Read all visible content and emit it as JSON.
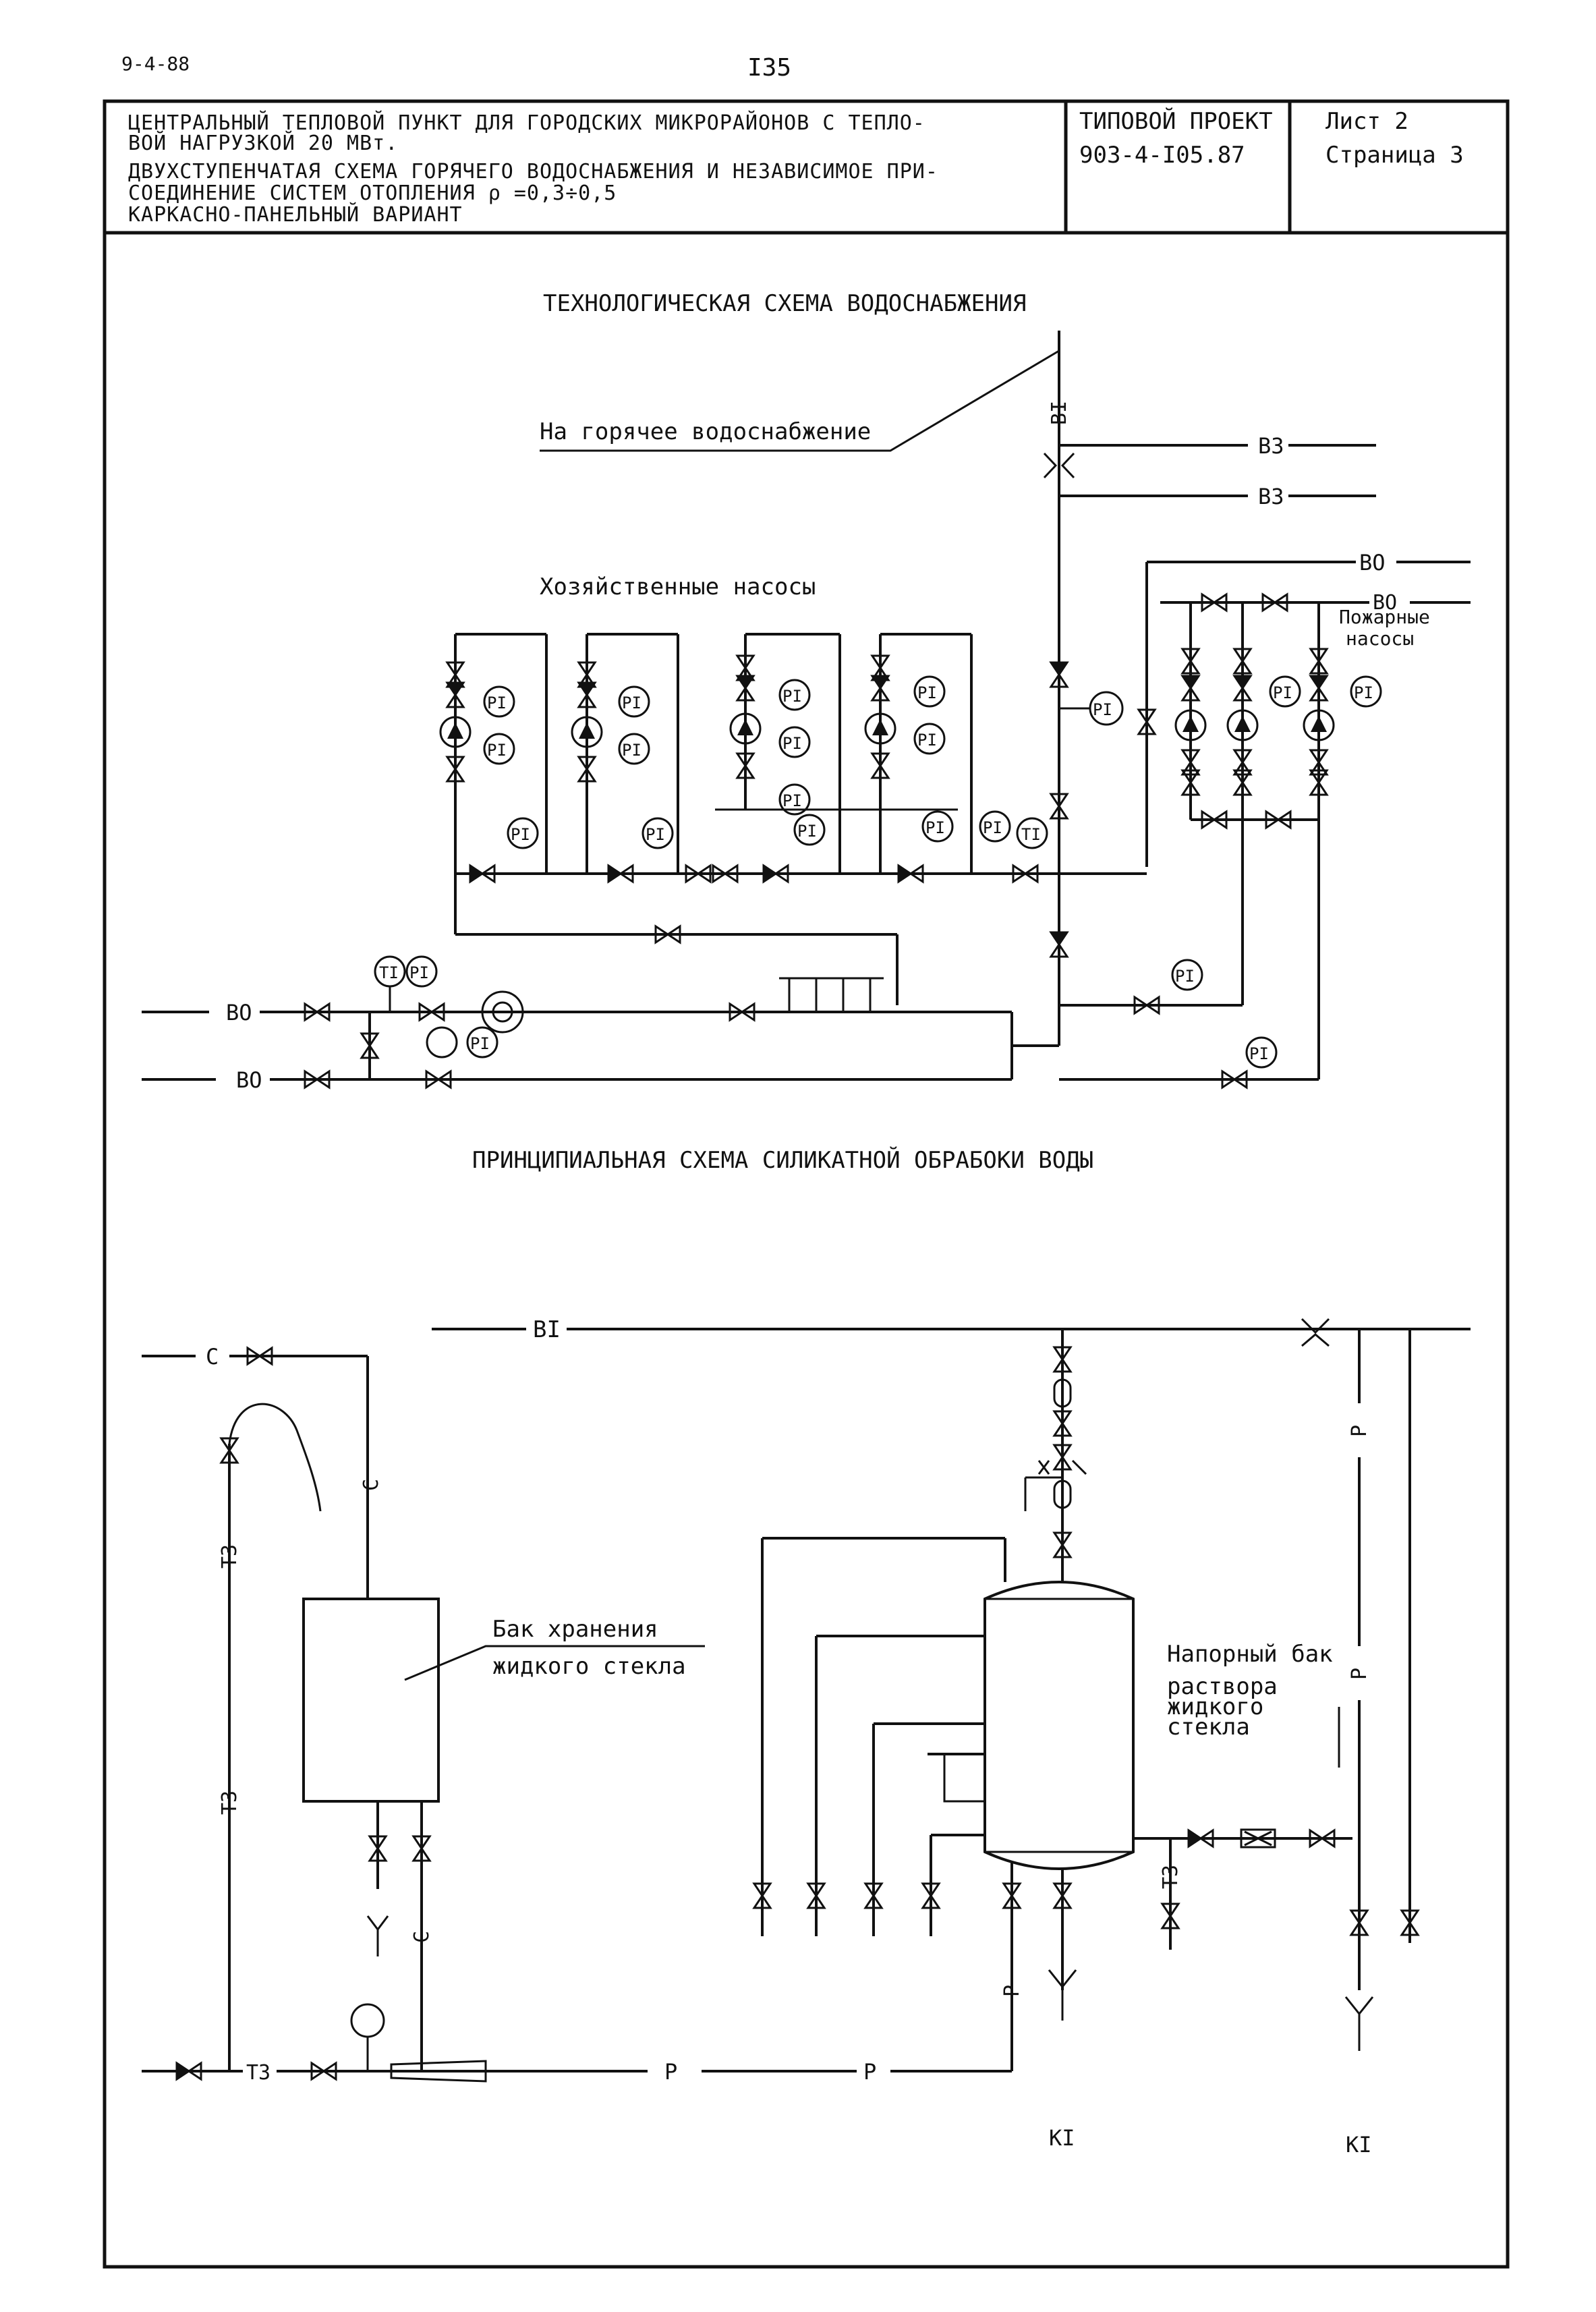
{
  "page": {
    "code": "9-4-88",
    "number": "I35"
  },
  "title_block": {
    "lines": [
      "ЦЕНТРАЛЬНЫЙ ТЕПЛОВОЙ ПУНКТ ДЛЯ ГОРОДСКИХ МИКРОРАЙОНОВ С ТЕПЛО-",
      "ВОЙ НАГРУЗКОЙ 20 МВт.",
      "ДВУХСТУПЕНЧАТАЯ СХЕМА ГОРЯЧЕГО ВОДОСНАБЖЕНИЯ И НЕЗАВИСИМОЕ ПРИ-",
      "СОЕДИНЕНИЕ СИСТЕМ ОТОПЛЕНИЯ  ρ =0,3÷0,5",
      "КАРКАСНО-ПАНЕЛЬНЫЙ ВАРИАНТ"
    ],
    "project_label": "ТИПОВОЙ ПРОЕКТ",
    "project_code": "903-4-I05.87",
    "sheet": "Лист 2",
    "page_label": "Страница 3"
  },
  "scheme1": {
    "title": "ТЕХНОЛОГИЧЕСКАЯ СХЕМА ВОДОСНАБЖЕНИЯ",
    "hot_water_label": "На горячее водоснабжение",
    "domestic_pumps_label": "Хозяйственные насосы",
    "fire_pumps_label": "Пожарные\nнасосы",
    "pipe_b1": "BI",
    "pipe_b3_a": "B3",
    "pipe_b3_b": "B3",
    "pipe_b0_a": "BO",
    "pipe_b0_b": "BO",
    "pipe_b0_c": "BO",
    "pipe_b0_d": "BO",
    "pi": "PI",
    "ti": "TI"
  },
  "scheme2": {
    "title": "ПРИНЦИПИАЛЬНАЯ СХЕМА СИЛИКАТНОЙ ОБРАБОКИ ВОДЫ",
    "storage_tank_label_1": "Бак хранения",
    "storage_tank_label_2": "жидкого стекла",
    "pressure_tank_label_1": "Напорный бак",
    "pressure_tank_label_2": "раствора",
    "pressure_tank_label_3": "жидкого",
    "pressure_tank_label_4": "стекла",
    "pipe_b1": "BI",
    "pipe_c": "C",
    "pipe_t3": "T3",
    "pipe_p": "P",
    "pipe_k1": "KI"
  }
}
